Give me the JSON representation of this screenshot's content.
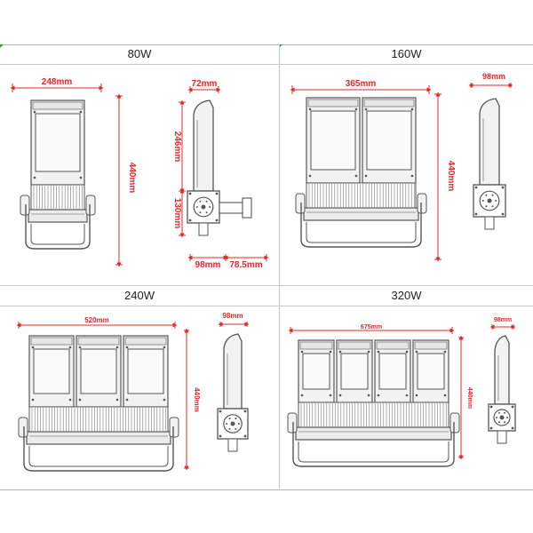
{
  "panels": [
    {
      "title": "80W",
      "width_label": "248mm",
      "height_label": "440mm",
      "depth_label": "72mm",
      "upper_label": "246mm",
      "lower_label": "130mm",
      "base_label": "98mm",
      "arm_label": "78.5mm"
    },
    {
      "title": "160W",
      "width_label": "365mm",
      "height_label": "440mm",
      "depth_label": "98mm"
    },
    {
      "title": "240W",
      "width_label": "520mm",
      "height_label": "440mm",
      "depth_label": "98mm"
    },
    {
      "title": "320W",
      "width_label": "675mm",
      "height_label": "440mm",
      "depth_label": "98mm"
    }
  ],
  "colors": {
    "dimension": "#e0282a",
    "outline": "#555555",
    "fill": "#f2f2f2",
    "grid": "#c8c8c8"
  }
}
